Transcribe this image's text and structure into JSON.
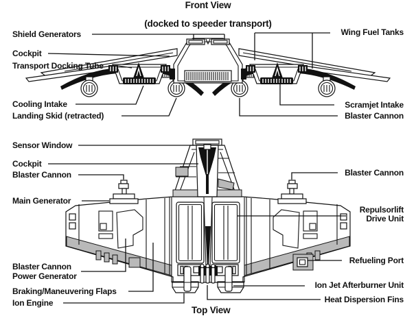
{
  "titles": {
    "front_line1": "Front View",
    "front_line2": "(docked to speeder transport)",
    "top": "Top View"
  },
  "front_view_labels": {
    "shield_generators": "Shield Generators",
    "cockpit": "Cockpit",
    "transport_docking_tube": "Transport Docking Tube",
    "cooling_intake": "Cooling Intake",
    "landing_skid": "Landing Skid (retracted)",
    "wing_fuel_tanks": "Wing Fuel Tanks",
    "scramjet_intake": "Scramjet Intake",
    "blaster_cannon": "Blaster Cannon"
  },
  "top_view_labels": {
    "sensor_window": "Sensor Window",
    "cockpit": "Cockpit",
    "blaster_cannon_left": "Blaster Cannon",
    "main_generator": "Main Generator",
    "blaster_cannon_right": "Blaster Cannon",
    "repulsorlift_line1": "Repulsorlift",
    "repulsorlift_line2": "Drive Unit",
    "refueling_port": "Refueling Port",
    "ion_jet_afterburner_unit": "Ion Jet Afterburner Unit",
    "heat_dispersion_fins": "Heat Dispersion Fins",
    "power_generator_line1": "Blaster Cannon",
    "power_generator_line2": "Power Generator",
    "braking_flaps": "Braking/Maneuvering Flaps",
    "ion_engine": "Ion Engine"
  },
  "colors": {
    "line": "#111111",
    "shade_gray": "#b9b9b9",
    "light_gray": "#c9c9c9",
    "black_fill": "#111111",
    "background": "#ffffff"
  }
}
